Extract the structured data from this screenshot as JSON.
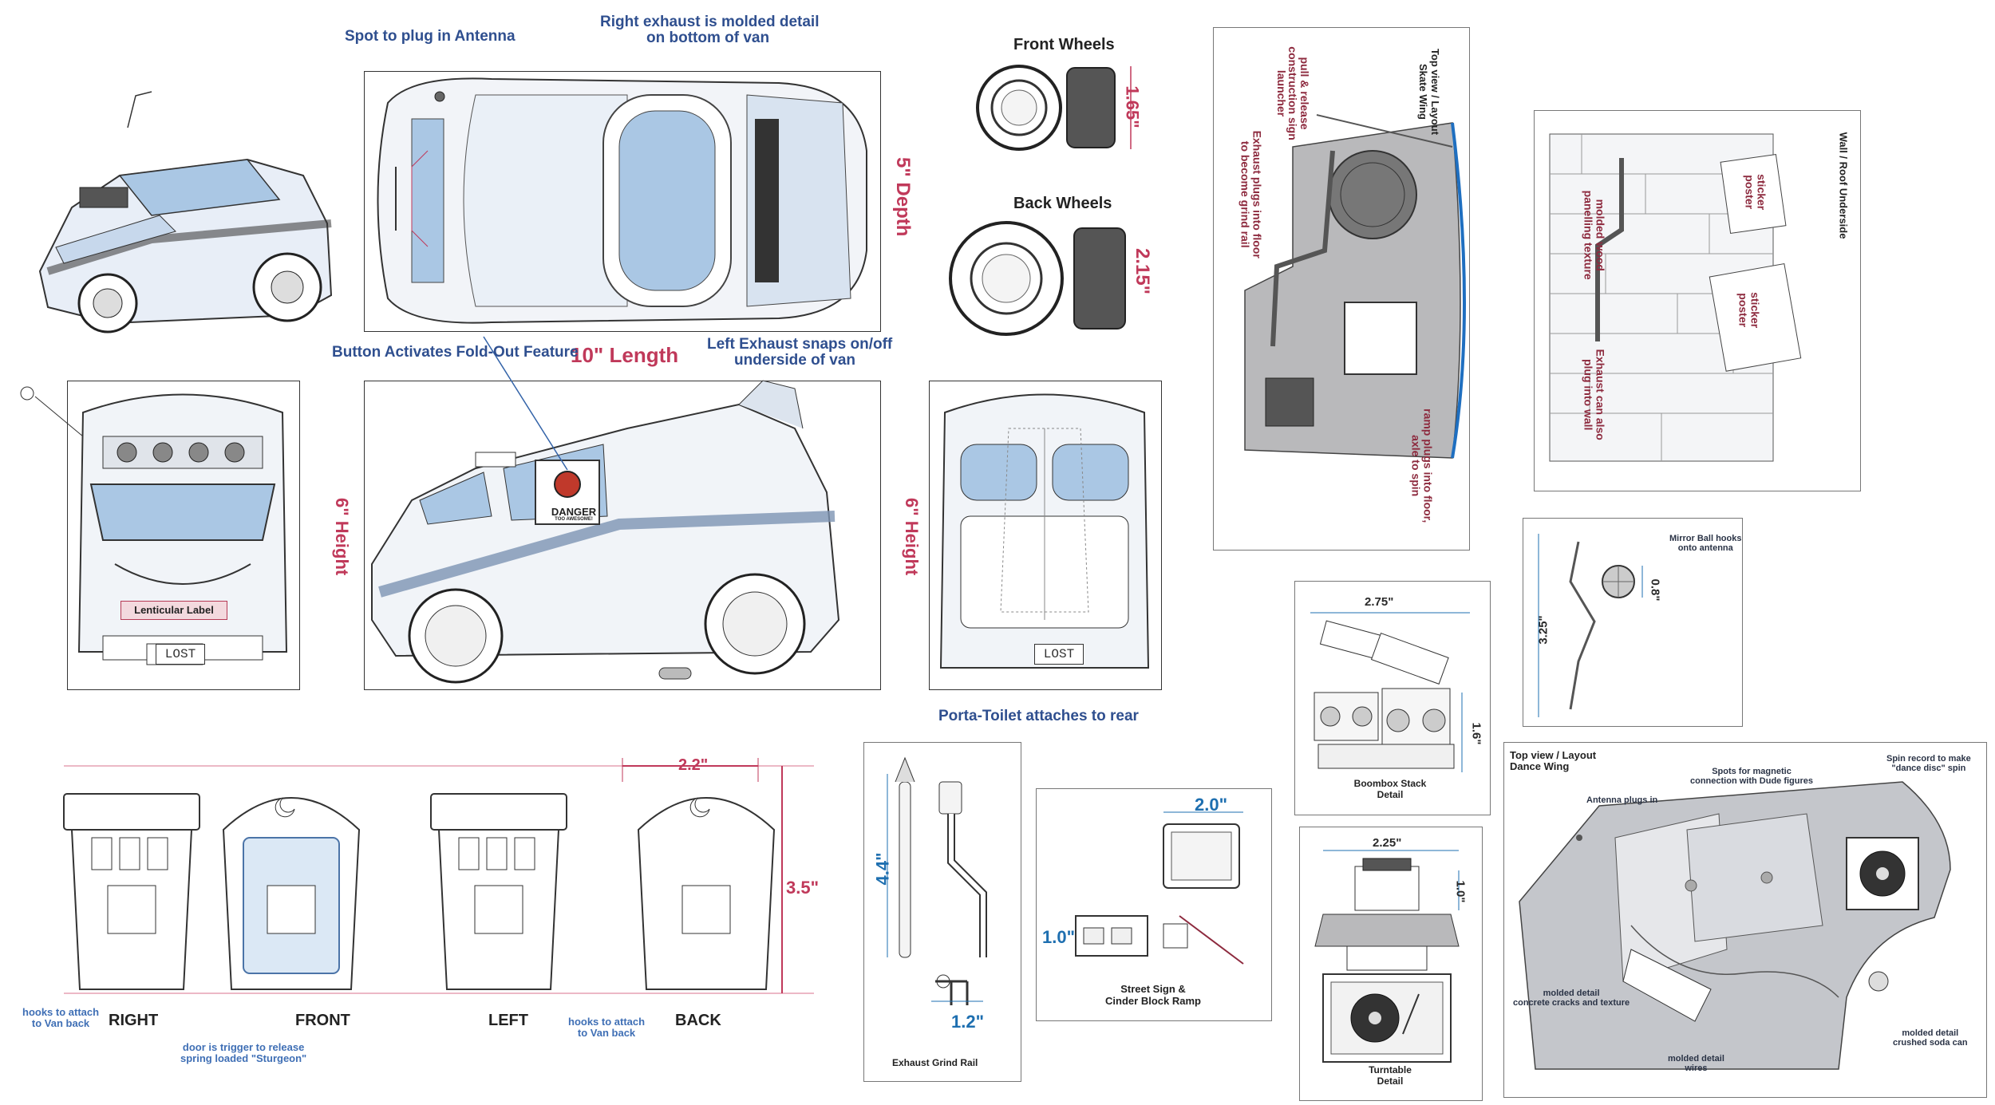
{
  "van": {
    "callouts": {
      "antenna": "Spot to plug in Antenna",
      "right_exhaust_1": "Right exhaust is molded detail",
      "right_exhaust_2": "on bottom of van",
      "left_exhaust_1": "Left Exhaust snaps on/off",
      "left_exhaust_2": "underside of van",
      "button": "Button Activates Fold-Out Feature",
      "porta_toilet": "Porta-Toilet attaches to rear"
    },
    "dimensions": {
      "depth": "5\" Depth",
      "length": "10\" Length",
      "height_front": "6\" Height",
      "height_side": "6\" Height"
    },
    "labels": {
      "lenticular": "Lenticular Label",
      "plate_front": "LOST",
      "plate_rear": "LOST",
      "danger": "DANGER",
      "danger_sub": "TOO AWESOME!"
    }
  },
  "wheels": {
    "front_title": "Front Wheels",
    "front_dim": "1.65\"",
    "back_title": "Back Wheels",
    "back_dim": "2.15\""
  },
  "skate_wing": {
    "title_1": "Top view / Layout",
    "title_2": "Skate Wing",
    "notes": {
      "pull_1": "pull & release",
      "pull_2": "construction sign",
      "pull_3": "launcher",
      "exhaust_1": "Exhaust plugs into floor",
      "exhaust_2": "to become grind rail",
      "ramp_1": "ramp plugs into floor,",
      "ramp_2": "axle to spin"
    }
  },
  "wall": {
    "title": "Wall / Roof Underside",
    "notes": {
      "wood_1": "molded wood",
      "wood_2": "panelling texture",
      "sticker_a_1": "sticker",
      "sticker_a_2": "poster",
      "sticker_b_1": "sticker",
      "sticker_b_2": "poster",
      "exhaust_1": "Exhaust can also",
      "exhaust_2": "plug into wall"
    }
  },
  "mirror_ball": {
    "note_1": "Mirror Ball hooks",
    "note_2": "onto antenna",
    "dim_ball": "0.8\"",
    "dim_height": "3.25\""
  },
  "boombox": {
    "dim_w": "2.75\"",
    "dim_h": "1.6\"",
    "caption_1": "Boombox Stack",
    "caption_2": "Detail"
  },
  "turntable": {
    "dim_w": "2.25\"",
    "dim_h": "1.0\"",
    "caption_1": "Turntable",
    "caption_2": "Detail"
  },
  "dance_wing": {
    "title_1": "Top view / Layout",
    "title_2": "Dance Wing",
    "notes": {
      "antenna": "Antenna plugs in",
      "spots_1": "Spots for magnetic",
      "spots_2": "connection with Dude figures",
      "spin_1": "Spin record to make",
      "spin_2": "\"dance disc\" spin",
      "concrete_1": "molded detail",
      "concrete_2": "concrete cracks and texture",
      "wires_1": "molded detail",
      "wires_2": "wires",
      "soda_1": "molded detail",
      "soda_2": "crushed soda can"
    }
  },
  "toilet": {
    "dim_w": "2.2\"",
    "dim_h": "3.5\"",
    "views": [
      "RIGHT",
      "FRONT",
      "LEFT",
      "BACK"
    ],
    "notes": {
      "hooks_left_1": "hooks to attach",
      "hooks_left_2": "to Van back",
      "door_1": "door is trigger to release",
      "door_2": "spring loaded \"Sturgeon\"",
      "hooks_right_1": "hooks to attach",
      "hooks_right_2": "to Van back"
    }
  },
  "grind_rail": {
    "dim_h": "4.4\"",
    "dim_w": "1.2\"",
    "caption": "Exhaust Grind Rail"
  },
  "street_sign": {
    "dim_w": "2.0\"",
    "dim_h": "1.0\"",
    "caption_1": "Street Sign &",
    "caption_2": "Cinder Block Ramp"
  },
  "colors": {
    "ink": "#333333",
    "callout": "#2f4f8f",
    "dimension": "#c0395a",
    "blue_dim": "#1e6fb0",
    "concrete": "#b9b9bb",
    "van_blue": "#aac7e4"
  }
}
